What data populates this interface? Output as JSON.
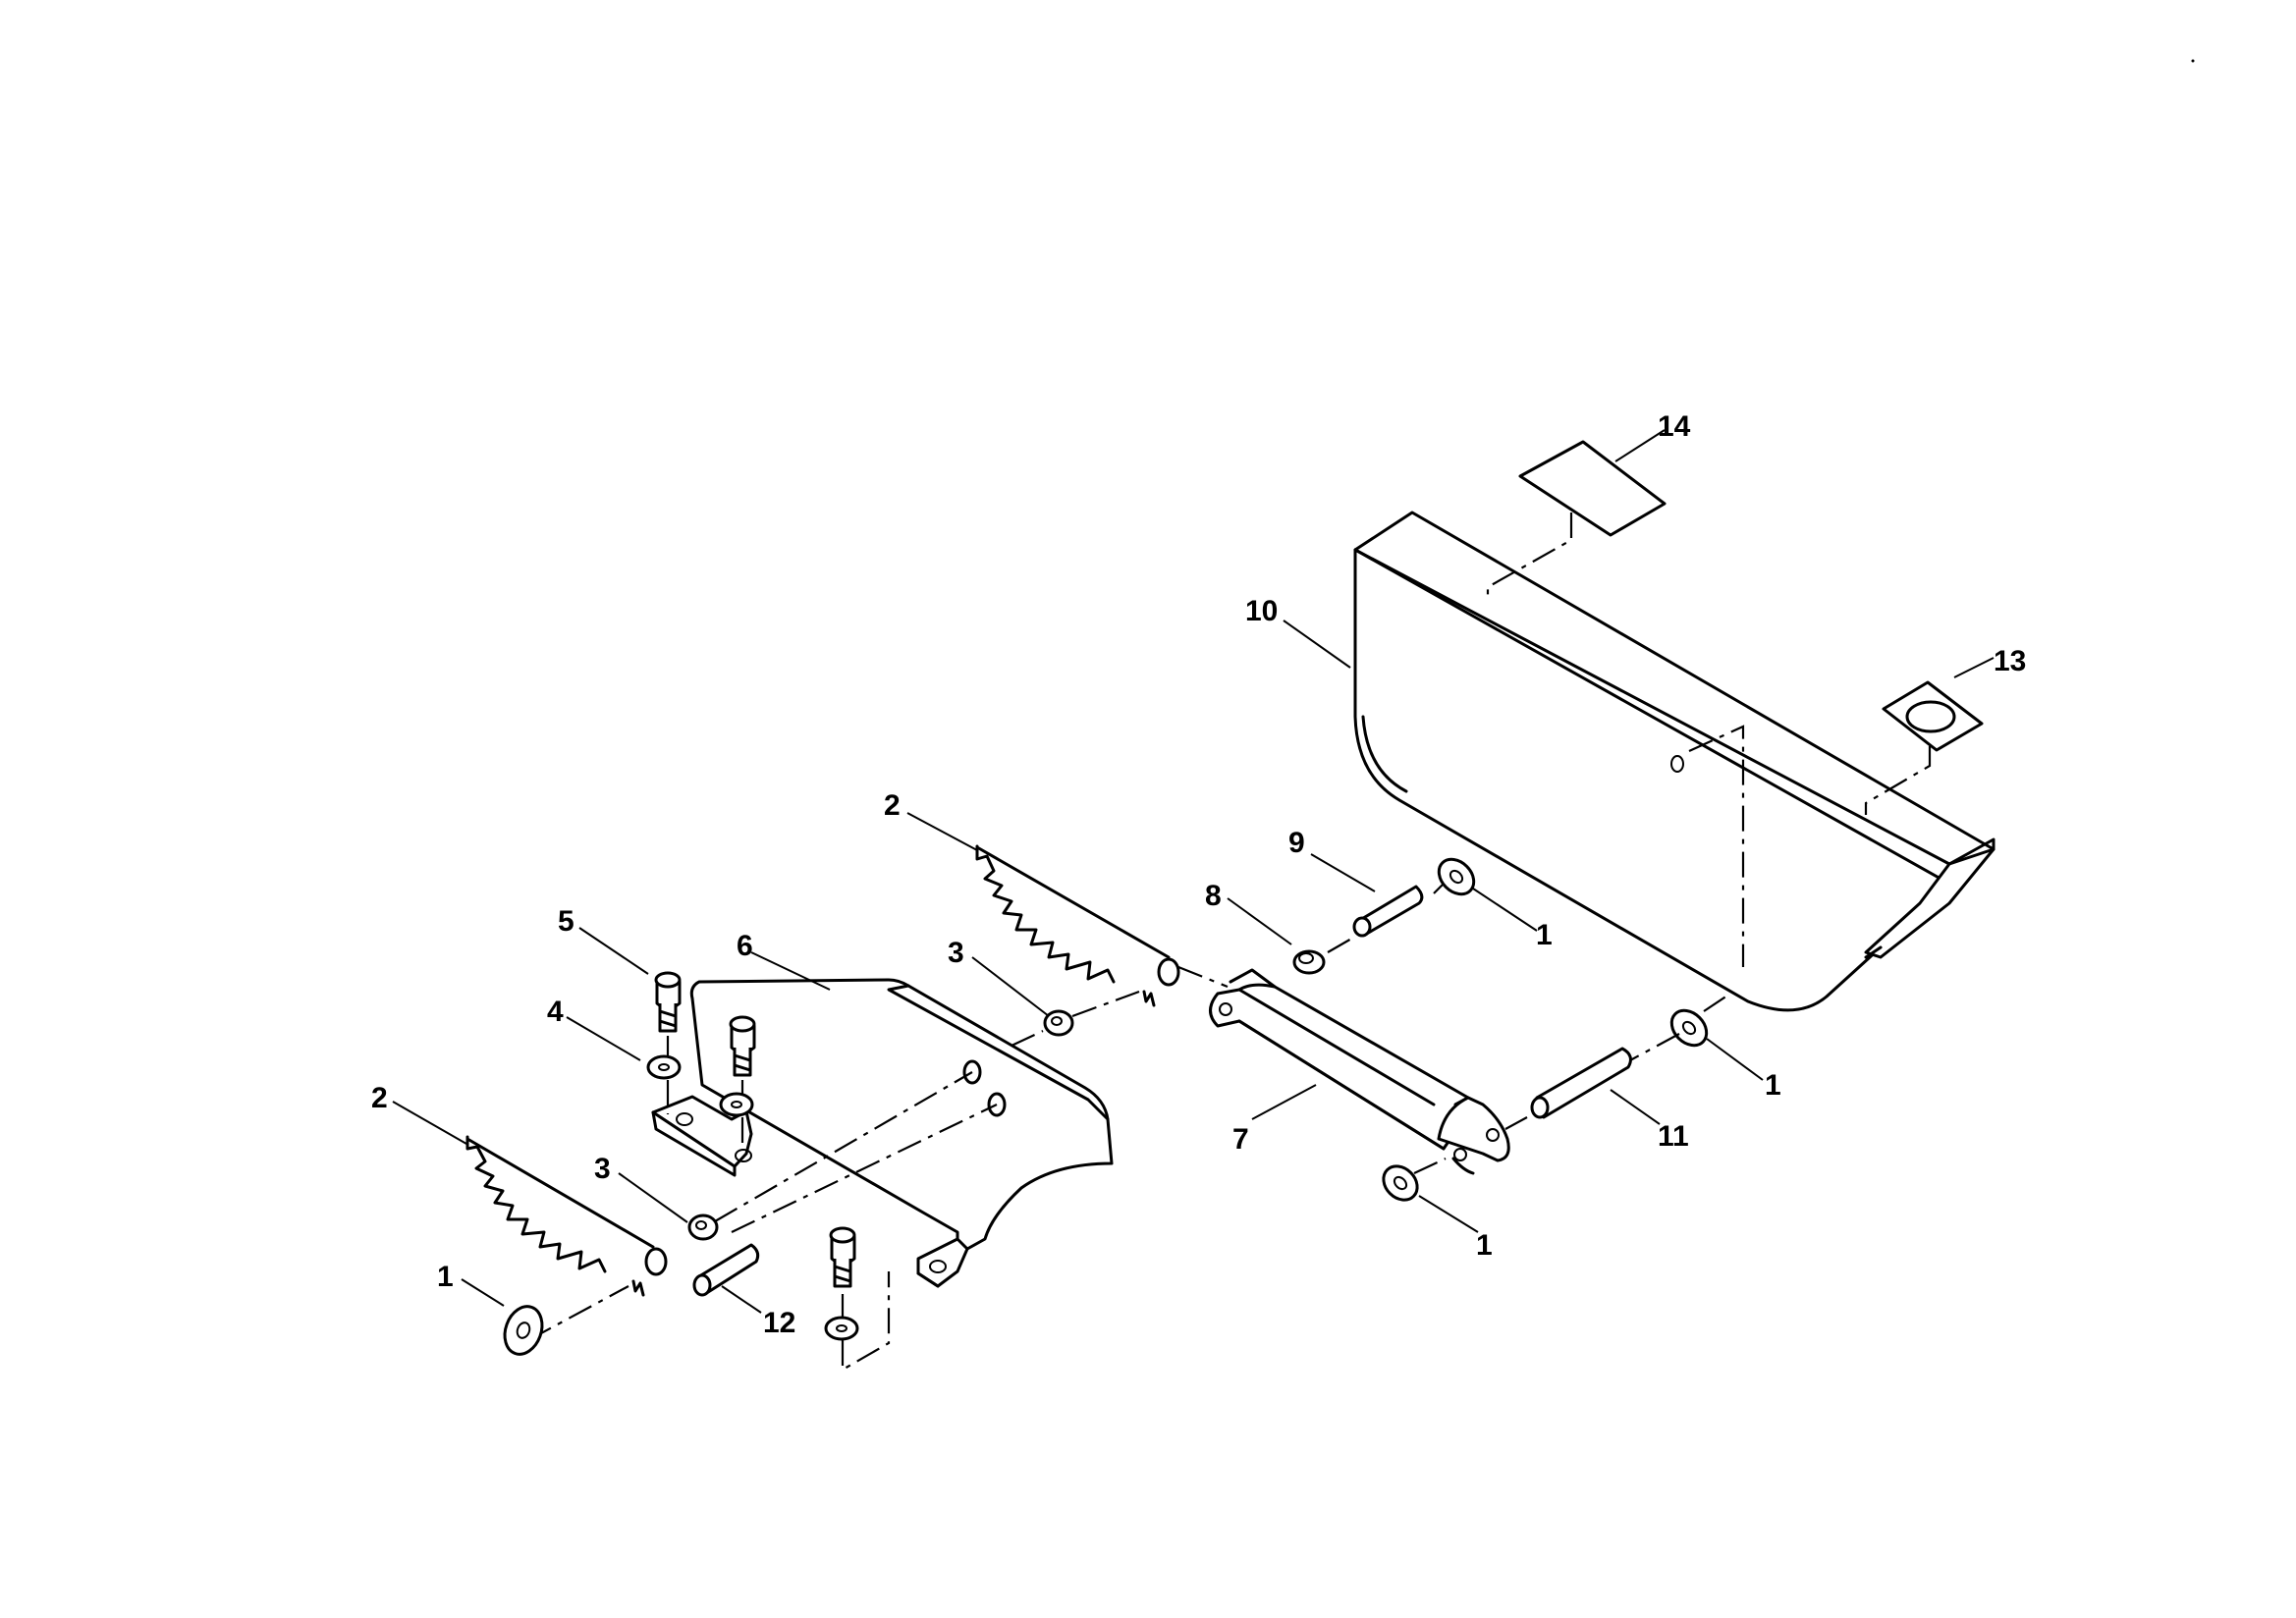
{
  "diagram": {
    "callouts": [
      {
        "id": "c-14",
        "label": "14"
      },
      {
        "id": "c-10",
        "label": "10"
      },
      {
        "id": "c-13",
        "label": "13"
      },
      {
        "id": "c-2a",
        "label": "2"
      },
      {
        "id": "c-9",
        "label": "9"
      },
      {
        "id": "c-8",
        "label": "8"
      },
      {
        "id": "c-1a",
        "label": "1"
      },
      {
        "id": "c-5",
        "label": "5"
      },
      {
        "id": "c-6",
        "label": "6"
      },
      {
        "id": "c-3a",
        "label": "3"
      },
      {
        "id": "c-4",
        "label": "4"
      },
      {
        "id": "c-1b",
        "label": "1"
      },
      {
        "id": "c-2b",
        "label": "2"
      },
      {
        "id": "c-7",
        "label": "7"
      },
      {
        "id": "c-11",
        "label": "11"
      },
      {
        "id": "c-3b",
        "label": "3"
      },
      {
        "id": "c-1c",
        "label": "1"
      },
      {
        "id": "c-1d",
        "label": "1"
      },
      {
        "id": "c-12",
        "label": "12"
      }
    ]
  }
}
